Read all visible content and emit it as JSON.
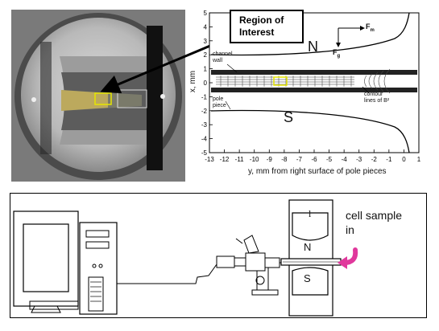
{
  "photo": {
    "caption": ""
  },
  "callout": {
    "line1": "Region of",
    "line2": "Interest"
  },
  "plot": {
    "ylabel": "x, mm",
    "xlabel": "y, mm from right surface of pole pieces",
    "y_ticks": [
      "5",
      "4",
      "3",
      "2",
      "1",
      "0",
      "-1",
      "-2",
      "-3",
      "-4",
      "-5"
    ],
    "x_ticks": [
      "-13",
      "-12",
      "-11",
      "-10",
      "-9",
      "-8",
      "-7",
      "-6",
      "-5",
      "-4",
      "-3",
      "-2",
      "-1",
      "0",
      "1"
    ],
    "pole_N": "N",
    "pole_S": "S",
    "force_m": "F",
    "force_m_sub": "m",
    "force_g": "F",
    "force_g_sub": "g",
    "channel_wall": "channel\nwall",
    "pole_piece": "pole\npiece",
    "contour_label1": "contour",
    "contour_label2": "lines of B²"
  },
  "setup": {
    "magnet_top": "l",
    "magnet_N": "N",
    "magnet_S": "S",
    "cell_sample_line1": "cell sample",
    "cell_sample_line2": "in"
  },
  "colors": {
    "arrow_magenta": "#e0389c",
    "photo_bg": "#6a6a6a",
    "roi_yellow": "#e6e600"
  }
}
